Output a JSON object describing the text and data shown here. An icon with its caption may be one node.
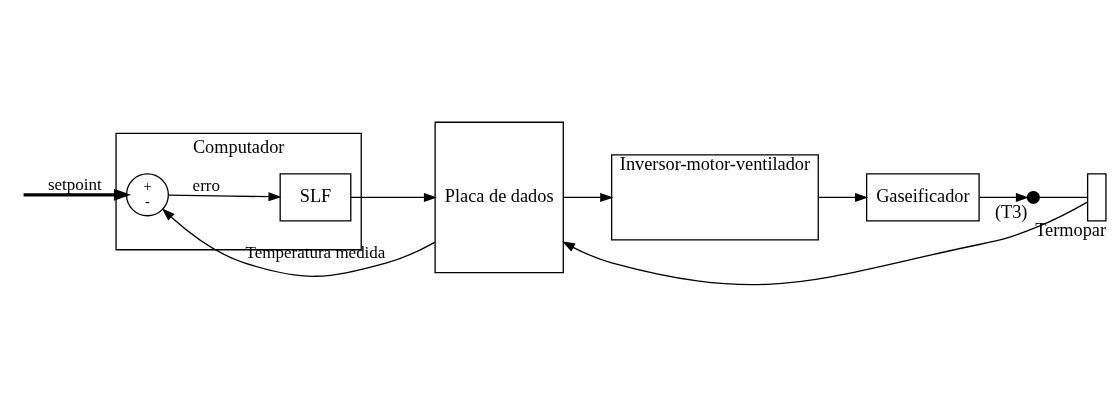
{
  "diagram": {
    "nodes": [
      {
        "text": [
          "Computador"
        ]
      },
      {
        "text": [
          "+",
          "-"
        ],
        "in": 0
      },
      {
        "text": [
          "SLF"
        ],
        "in": 0
      },
      {
        "text": [
          "Placa de dados"
        ]
      },
      {
        "text": [
          "Inversor-motor-ventilador"
        ]
      },
      {
        "text": [
          "Gaseificador"
        ]
      },
      {
        "text": [],
        "shape": "circle",
        "beside": [
          "(T3)"
        ]
      },
      {
        "text": [],
        "shape": "box",
        "beside": [
          "Termopar"
        ]
      }
    ],
    "edges": [
      {
        "from": null,
        "to": 1,
        "arrow": "to",
        "label": "setpoint",
        "style": "thick"
      },
      {
        "from": 1,
        "to": 2,
        "arrow": "to",
        "label": "erro"
      },
      {
        "from": 2,
        "to": 3,
        "arrow": "to"
      },
      {
        "from": 3,
        "to": 4,
        "arrow": "to"
      },
      {
        "from": 4,
        "to": 5,
        "arrow": "to"
      },
      {
        "from": 5,
        "to": 6,
        "arrow": "to"
      },
      {
        "from": 6,
        "to": 7,
        "arrow": "none"
      },
      {
        "from": 7,
        "to": 3,
        "arrow": "to"
      },
      {
        "from": 3,
        "to": 1,
        "arrow": "to",
        "label": "Temperatura medida"
      }
    ]
  }
}
